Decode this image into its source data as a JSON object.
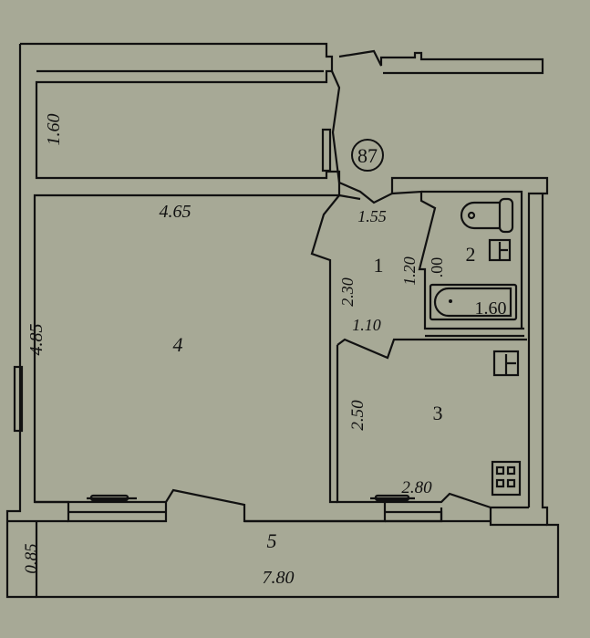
{
  "plan": {
    "apartment_number": "87",
    "rooms": [
      {
        "number": "1",
        "dims": [
          "1.55",
          "1.20",
          "2.30",
          "1.10"
        ]
      },
      {
        "number": "2",
        "dims": [
          ".00",
          "1.60"
        ]
      },
      {
        "number": "3",
        "dims": [
          "2.50",
          "2.80"
        ]
      },
      {
        "number": "4",
        "dims": [
          "4.65",
          "4.85"
        ]
      },
      {
        "number": "5",
        "dims": [
          "0.85",
          "7.80"
        ]
      }
    ],
    "corridor_dim": "1.60"
  },
  "colors": {
    "paper": "#a7a996",
    "ink": "#111111"
  }
}
